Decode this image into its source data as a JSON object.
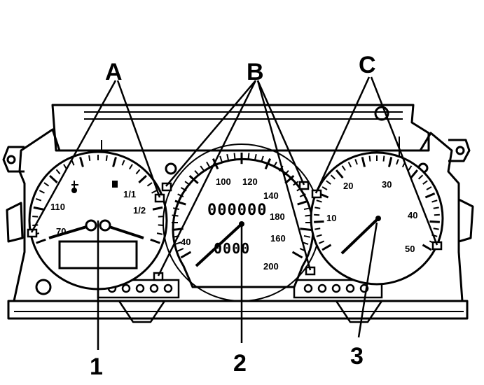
{
  "callouts": {
    "A": "A",
    "B": "B",
    "C": "C",
    "n1": "1",
    "n2": "2",
    "n3": "3"
  },
  "left_gauge": {
    "labels": [
      "70",
      "110",
      "1/1",
      "1/2"
    ]
  },
  "speedometer": {
    "labels": [
      "100",
      "120",
      "140",
      "160",
      "180",
      "200",
      "40"
    ],
    "odometer": "000000",
    "trip": "0000"
  },
  "tachometer": {
    "labels": [
      "20",
      "30",
      "10",
      "40",
      "50"
    ]
  },
  "colors": {
    "ink": "#000000",
    "paper": "#ffffff"
  },
  "icons": [
    "coolant-temperature-icon",
    "fuel-pump-icon"
  ]
}
